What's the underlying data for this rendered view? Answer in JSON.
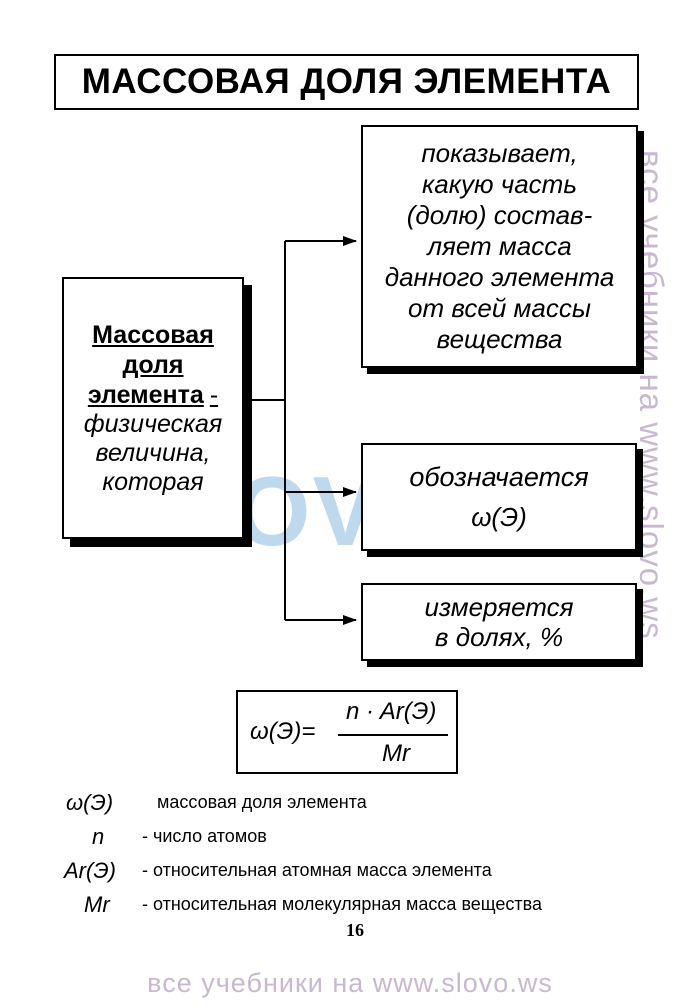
{
  "title": "МАССОВАЯ ДОЛЯ ЭЛЕМЕНТА",
  "definition": {
    "term_lines": [
      "Массовая",
      "доля",
      "элемента"
    ],
    "dash": "-",
    "rest_lines": [
      "физическая",
      "величина,",
      "которая"
    ]
  },
  "branches": {
    "shows_lines": [
      "показывает,",
      "какую часть",
      "(долю) состав-",
      "ляет масса",
      "данного элемента",
      "от всей массы",
      "вещества"
    ],
    "denoted_label": "обозначается",
    "denoted_symbol": "ω(Э)",
    "measured_lines": [
      "измеряется",
      "в долях, %"
    ]
  },
  "formula": {
    "lhs": "ω(Э)=",
    "numerator": "n · Ar(Э)",
    "denominator": "Mr"
  },
  "legend": [
    {
      "symbol": "ω(Э)",
      "text": "массовая доля элемента"
    },
    {
      "symbol": "n",
      "text": "- число атомов"
    },
    {
      "symbol": "Ar(Э)",
      "text": "- относительная атомная масса элемента"
    },
    {
      "symbol": "Mr",
      "text": "- относительная молекулярная масса вещества"
    }
  ],
  "page_number": "16",
  "watermarks": {
    "big": "SLOVO.WS",
    "vertical": "все учебники на www.slovo.ws",
    "bottom": "все учебники на www.slovo.ws"
  },
  "colors": {
    "watermark_blue": "#a9cbe8",
    "watermark_violet": "#c9b8cf"
  }
}
